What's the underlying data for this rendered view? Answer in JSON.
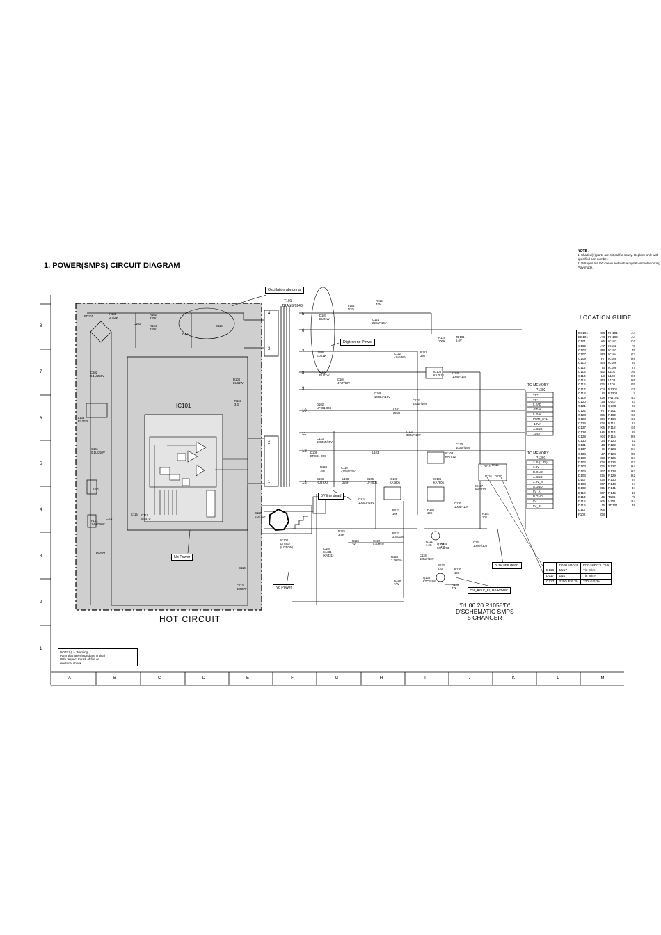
{
  "title": "1. POWER(SMPS) CIRCUIT DIAGRAM",
  "note": {
    "heading": "NOTE :",
    "items": [
      "1. Shaded(::) parts are critical for safety. Replace only with specified part number.",
      "2. Voltages are DC-measured with a digital voltmeter during Play mode."
    ]
  },
  "location_guide": {
    "title": "LOCATION GUIDE",
    "left": [
      [
        "BC101",
        "C8"
      ],
      [
        "BD101",
        "A8"
      ],
      [
        "C101",
        "A5"
      ],
      [
        "C102",
        "A7"
      ],
      [
        "C103",
        "B8"
      ],
      [
        "C107",
        "B3"
      ],
      [
        "C109",
        "F7"
      ],
      [
        "C110",
        "E4"
      ],
      [
        "C112",
        "I6"
      ],
      [
        "C113",
        "E2"
      ],
      [
        "C114",
        "L3"
      ],
      [
        "C115",
        "B3"
      ],
      [
        "C116",
        "G5"
      ],
      [
        "C117",
        "C4"
      ],
      [
        "C118",
        "I3"
      ],
      [
        "C119",
        "D8"
      ],
      [
        "C120",
        "J6"
      ],
      [
        "C121",
        "H8"
      ],
      [
        "C122",
        "F7"
      ],
      [
        "C123",
        "G5"
      ],
      [
        "C124",
        "G4"
      ],
      [
        "C126",
        "G8"
      ],
      [
        "C127",
        "K5"
      ],
      [
        "C128",
        "H5"
      ],
      [
        "C129",
        "K4"
      ],
      [
        "C130",
        "J4"
      ],
      [
        "C131",
        "J3"
      ],
      [
        "C137",
        "I6"
      ],
      [
        "C138",
        "J7"
      ],
      [
        "D100",
        "C8"
      ],
      [
        "D102",
        "G8"
      ],
      [
        "D103",
        "G5"
      ],
      [
        "D104",
        "E7"
      ],
      [
        "D106",
        "G5"
      ],
      [
        "D107",
        "G8"
      ],
      [
        "D108",
        "G7"
      ],
      [
        "D109",
        "G5"
      ],
      [
        "D110",
        "G7"
      ],
      [
        "D114",
        "J5"
      ],
      [
        "D115",
        "K5"
      ],
      [
        "D116",
        "J5"
      ],
      [
        "D117",
        "K5"
      ],
      [
        "F102",
        "G8"
      ]
    ],
    "right": [
      [
        "FH101",
        "A4"
      ],
      [
        "FH102",
        "A4"
      ],
      [
        "IC101",
        "C6"
      ],
      [
        "IC102",
        "F3"
      ],
      [
        "IC103",
        "J5"
      ],
      [
        "IC104",
        "G3"
      ],
      [
        "IC105",
        "H5"
      ],
      [
        "IC106",
        "I5"
      ],
      [
        "IC108",
        "I7"
      ],
      [
        "L101",
        "A6"
      ],
      [
        "L102",
        "H6"
      ],
      [
        "L103",
        "H5"
      ],
      [
        "L105",
        "G5"
      ],
      [
        "P1301",
        "K5"
      ],
      [
        "P1302",
        "L7"
      ],
      [
        "PW101",
        "B3"
      ],
      [
        "Q107",
        "I3"
      ],
      [
        "Q108",
        "I3"
      ],
      [
        "R101",
        "B8"
      ],
      [
        "R102",
        "C8"
      ],
      [
        "R104",
        "C8"
      ],
      [
        "R111",
        "I7"
      ],
      [
        "R112",
        "E6"
      ],
      [
        "R114",
        "I8"
      ],
      [
        "R115",
        "H9"
      ],
      [
        "R120",
        "J2"
      ],
      [
        "R122",
        "I3"
      ],
      [
        "R123",
        "H4"
      ],
      [
        "R124",
        "G5"
      ],
      [
        "R125",
        "G4"
      ],
      [
        "R126",
        "G3"
      ],
      [
        "R127",
        "H4"
      ],
      [
        "R128",
        "H3"
      ],
      [
        "R129",
        "H2"
      ],
      [
        "R130",
        "I4"
      ],
      [
        "R140",
        "I4"
      ],
      [
        "R141",
        "J4"
      ],
      [
        "R145",
        "J3"
      ],
      [
        "T101",
        "F9"
      ],
      [
        "V101",
        "B4"
      ],
      [
        "ZD101",
        "J8"
      ]
    ]
  },
  "compare_table": [
    [
      "",
      "PANTERA-II",
      "PANTERA-II Plus"
    ],
    [
      "D116",
      "1N17",
      "Tin Wire"
    ],
    [
      "D117",
      "1N17",
      "Tin Wire"
    ],
    [
      "C127",
      "2200uF/6.3V",
      "220uF/6.3V"
    ]
  ],
  "callouts": {
    "oscillation": "Oscillation abnormal",
    "digitron": "Digitron no Power",
    "five_v_dead": "5V line dead",
    "three_v_dead": "3.3V line dead.",
    "five_v_a": "5V_A/5V_D, No Power",
    "no_power_1": "No Power",
    "no_power_2": "No Power"
  },
  "hot_circuit": "HOT CIRCUIT",
  "stamp": [
    "'01.06.20 R1058'D\"",
    "D'SCHEMATIC SMPS",
    "5 CHANGER"
  ],
  "notes_box": {
    "label": "NOTES)",
    "lines": [
      "Warning",
      "Parts that are shaded are critical",
      "With respect to risk of fire or",
      "electrical shock."
    ]
  },
  "columns": [
    "A",
    "B",
    "C",
    "D",
    "E",
    "F",
    "G",
    "H",
    "I",
    "J",
    "K",
    "L",
    "M"
  ],
  "rows": [
    "8",
    "7",
    "6",
    "5",
    "4",
    "3",
    "2",
    "1"
  ],
  "schematic": {
    "ic101": "IC101",
    "transformer": "T101",
    "transformer_part": "TRANS(0248)",
    "to_memory_1": "TO MEMORY",
    "connector_1": "P1302",
    "connector_1_pins": [
      "VF+",
      "VF-",
      "5.2AD",
      "-27VA",
      "5.2VA",
      "PWM_CTL",
      "-12VA",
      "A.GND",
      "12VA"
    ],
    "to_memory_2": "TO MEMORY",
    "connector_2": "P1301",
    "connector_2_pins": [
      "3.3V(1.8V)",
      "3.3V",
      "D.GND",
      "A.GND",
      "3.3V_M",
      "A.GND",
      "5V_A",
      "D.GND",
      "5V",
      "5V_D"
    ],
    "pin_numbers": [
      "4",
      "5",
      "3",
      "6",
      "7",
      "8",
      "9",
      "10",
      "11",
      "12",
      "13",
      "2",
      "1"
    ],
    "part_labels": {
      "bd101": "BD101",
      "r101": "R101\n2.7/2W",
      "c103": "C103",
      "r102": "R102\n220K",
      "r104": "R104\n220K",
      "c119": "C119",
      "r103": "R103",
      "c102": "C102\n0.1U/250V",
      "l101": "L101\nFILTER",
      "c101": "C101\n0.1U/250V",
      "v101": "V101",
      "f101": "F101\n1.6A/250V",
      "pw101": "PW101",
      "c107": "C107",
      "d104": "D104\nEU01W",
      "r112": "R112\n3.3",
      "f102": "F102\nNTO",
      "r115": "R115\nT/W",
      "d107": "D107\nEU01W",
      "c121": "C121\n220uF/16V",
      "d108": "D108\nEU01W",
      "d110": "D110\nEU01W",
      "c104": "C104\n47uF/50V",
      "c122": "C122\n47uF/50V",
      "r111": "R111\n330",
      "r114": "R114\n100K",
      "zd101": "ZD101\n5.6V",
      "ic108": "IC108\nKA7812",
      "c138": "C138\n100uF/16V",
      "c109": "C109\n1000uF/16V",
      "d102": "D102\nUF081-004",
      "c112": "C112\n330uF/10V",
      "l102": "L102\n22uH",
      "c137": "C137\n330uF/10V",
      "c123": "C123\n1000uF/25V",
      "d109": "D109\nERC81-004",
      "r124": "R124\n160",
      "c116": "C116\n470uF/25V",
      "l103": "L103",
      "c120": "C120\n100uF/16V",
      "ic103": "IC103\nKA7812",
      "d103": "D103\nRU3YXJ",
      "l105": "L105\n22uH",
      "d106": "D106\nUF4004",
      "ic105": "IC105\nKA7805",
      "ic106": "IC106\nKA7805",
      "c124": "C124\n1000uF/25V",
      "ic107": "IC107\nKA7833",
      "d114": "D114",
      "d115": "D115",
      "d116": "D116",
      "d117": "D117",
      "c110": "C110\n0.047UF",
      "ic102": "IC102\nLTV817\n(LITEON)",
      "r125": "R125\n3.9K",
      "r126": "R126\n1K",
      "c128": "C128\n0.047UF",
      "r127": "R127\n3.6K/1%",
      "r123": "R123\n10K",
      "r128": "R128\n3.3K/1%",
      "ic104": "IC104\nKA431\n(KA431)",
      "r129": "R129\nT/W",
      "c114": "C114",
      "c113": "C113\n3300PF",
      "r121": "R121\n1.2K",
      "q107": "Q107\nKTA1273",
      "c118": "C118\n100uF/10V",
      "r122": "R122\n220",
      "q108": "Q108\nKTC3198",
      "r130": "R130\n10K",
      "r120": "R120\n47K",
      "c131": "C131\n100uF/10V",
      "r145": "R145\n470",
      "r140": "R140\n10K",
      "r141": "R141\n10K",
      "c130": "C130\n100uF/10V",
      "c117": "C117\n0.047U",
      "c115": "C115"
    }
  }
}
